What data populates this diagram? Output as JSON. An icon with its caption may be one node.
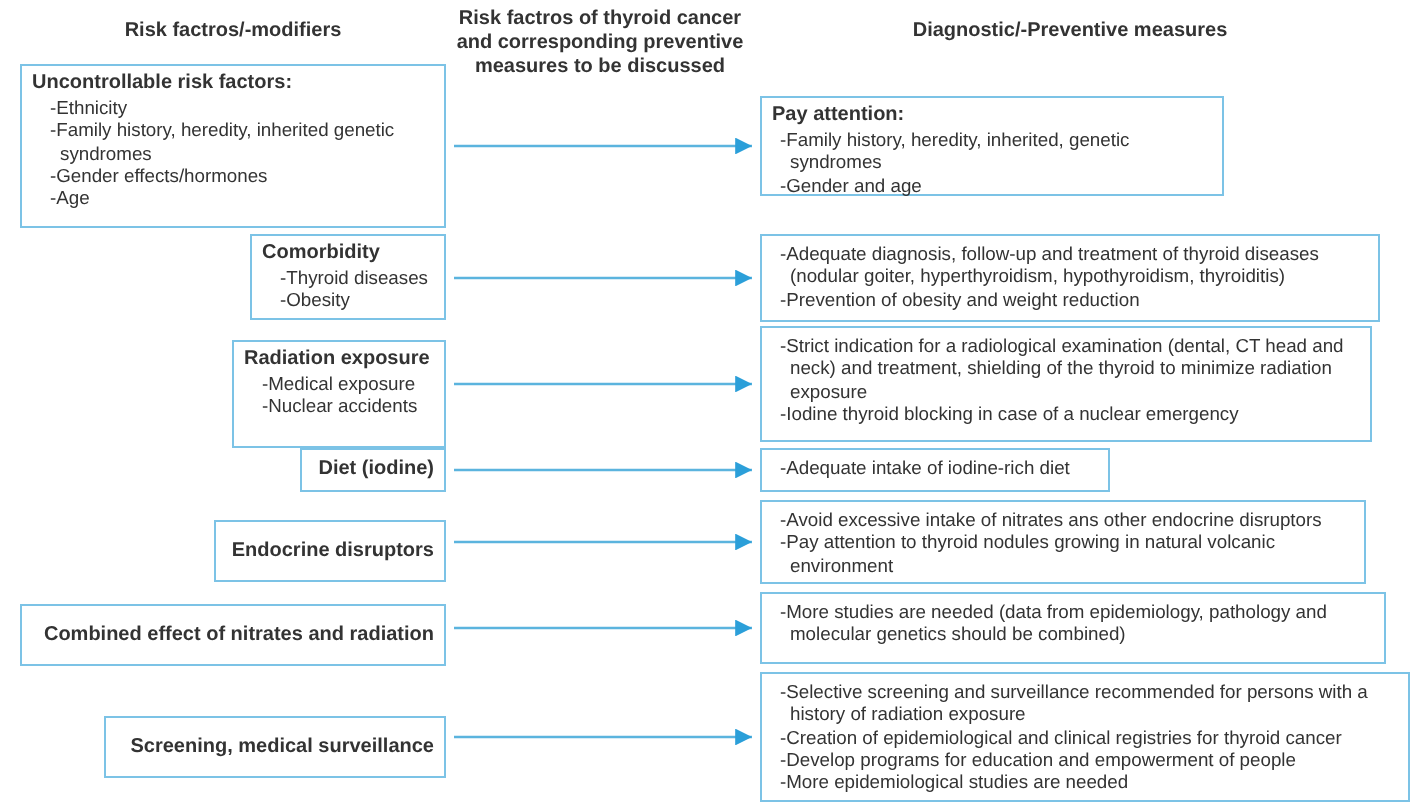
{
  "diagram": {
    "title": "Risk factros of thyroid cancer and corresponding preventive measures to be discussed",
    "labels": [
      "Risk factros/-modifiers",
      "Diagnostic/-Preventive measures"
    ],
    "nodes": [
      {
        "text": [
          "Uncontrollable risk factors:",
          "-Ethnicity",
          "-Family history, heredity, inherited genetic syndromes",
          "-Gender effects/hormones",
          "-Age"
        ]
      },
      {
        "text": [
          "Comorbidity",
          "-Thyroid diseases",
          "-Obesity"
        ]
      },
      {
        "text": [
          "Radiation exposure",
          "-Medical exposure",
          "-Nuclear accidents"
        ]
      },
      {
        "text": [
          "Diet (iodine)"
        ]
      },
      {
        "text": [
          "Endocrine disruptors"
        ]
      },
      {
        "text": [
          "Combined effect of nitrates and radiation"
        ]
      },
      {
        "text": [
          "Screening, medical surveillance"
        ]
      },
      {
        "text": [
          "Pay attention:",
          "-Family history, heredity, inherited, genetic syndromes",
          "-Gender and age"
        ]
      },
      {
        "text": [
          "-Adequate diagnosis, follow-up and treatment of thyroid diseases (nodular goiter, hyperthyroidism, hypothyroidism, thyroiditis)",
          "-Prevention of obesity and weight reduction"
        ]
      },
      {
        "text": [
          "-Strict indication for a radiological examination (dental, CT head and neck) and treatment, shielding of the thyroid to minimize radiation exposure",
          "-Iodine thyroid blocking in case of a nuclear emergency"
        ]
      },
      {
        "text": [
          "-Adequate intake of iodine-rich diet"
        ]
      },
      {
        "text": [
          "-Avoid excessive intake of nitrates ans other endocrine disruptors",
          "-Pay attention to thyroid nodules growing in natural volcanic environment"
        ]
      },
      {
        "text": [
          "-More studies are needed (data from epidemiology, pathology and molecular genetics should be combined)"
        ]
      },
      {
        "text": [
          "-Selective screening and surveillance recommended for persons with a history of radiation exposure",
          "-Creation of epidemiological and clinical registries for thyroid cancer",
          "-Develop programs for education and empowerment of people",
          "-More epidemiological studies are needed"
        ]
      }
    ],
    "edges": [
      {
        "from": 0,
        "to": 7,
        "arrow": "to"
      },
      {
        "from": 1,
        "to": 8,
        "arrow": "to"
      },
      {
        "from": 2,
        "to": 9,
        "arrow": "to"
      },
      {
        "from": 3,
        "to": 10,
        "arrow": "to"
      },
      {
        "from": 4,
        "to": 11,
        "arrow": "to"
      },
      {
        "from": 5,
        "to": 12,
        "arrow": "to"
      },
      {
        "from": 6,
        "to": 13,
        "arrow": "to"
      }
    ]
  }
}
